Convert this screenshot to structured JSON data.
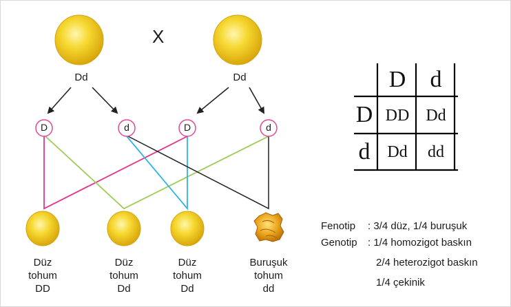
{
  "cross_symbol": "X",
  "parents": [
    {
      "genotype": "Dd"
    },
    {
      "genotype": "Dd"
    }
  ],
  "gametes": [
    "D",
    "d",
    "D",
    "d"
  ],
  "offspring": [
    {
      "line1": "Düz",
      "line2": "tohum",
      "line3": "DD",
      "seed": "round"
    },
    {
      "line1": "Düz",
      "line2": "tohum",
      "line3": "Dd",
      "seed": "round"
    },
    {
      "line1": "Düz",
      "line2": "tohum",
      "line3": "Dd",
      "seed": "round"
    },
    {
      "line1": "Buruşuk",
      "line2": "tohum",
      "line3": "dd",
      "seed": "wrinkled"
    }
  ],
  "punnett": {
    "col_headers": [
      "D",
      "d"
    ],
    "row_headers": [
      "D",
      "d"
    ],
    "cells": [
      [
        "DD",
        "Dd"
      ],
      [
        "Dd",
        "dd"
      ]
    ]
  },
  "legend": {
    "fenotip_label": "Fenotip",
    "fenotip_value": ": 3/4 düz, 1/4 buruşuk",
    "genotip_label": "Genotip",
    "genotip_line1": ": 1/4 homozigot baskın",
    "genotip_line2": "2/4 heterozigot baskın",
    "genotip_line3": "1/4 çekinik"
  },
  "colors": {
    "seed_yellow": "#f2cf1e",
    "seed_highlight": "#fff3a0",
    "wrinkled_orange": "#e8a21a",
    "pink": "#e5318e",
    "green": "#9ccc55",
    "blue": "#2fb3e6",
    "black": "#222222"
  }
}
